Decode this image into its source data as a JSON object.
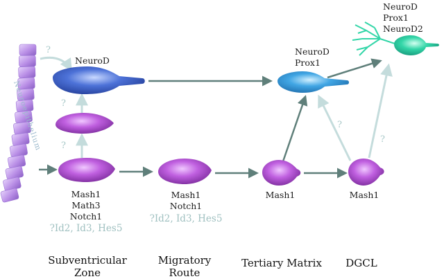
{
  "neuroepithelium_label": "Neuroepithelium",
  "question_mark": "?",
  "cells": {
    "svz_mature": {
      "markers": [
        "NeuroD"
      ]
    },
    "svz_progenitor": {
      "markers": [
        "Mash1",
        "Math3",
        "Notch1"
      ],
      "uncertain": "?Id2, Id3, Hes5"
    },
    "migratory": {
      "markers": [
        "Mash1",
        "Notch1"
      ],
      "uncertain": "?Id2, Id3, Hes5"
    },
    "tertiary_precursor": {
      "markers": [
        "Mash1"
      ]
    },
    "tertiary_immature": {
      "markers": [
        "NeuroD",
        "Prox1"
      ]
    },
    "dgcl_precursor": {
      "markers": [
        "Mash1"
      ]
    },
    "dgcl_granule": {
      "markers": [
        "NeuroD",
        "Prox1",
        "NeuroD2"
      ]
    }
  },
  "stages": [
    {
      "line1": "Subventricular",
      "line2": "Zone"
    },
    {
      "line1": "Migratory",
      "line2": "Route"
    },
    {
      "line1": "Tertiary Matrix",
      "line2": ""
    },
    {
      "line1": "DGCL",
      "line2": ""
    }
  ],
  "colors": {
    "purple_cell": "#b25bd0",
    "blue_cell": "#4a6fd1",
    "light_blue_cell": "#3fa3e0",
    "green_neuron": "#2fd4a6",
    "arrow_dark": "#5f7f7a",
    "arrow_light": "#c4dcdc",
    "epithelium": "#b98ee6"
  }
}
